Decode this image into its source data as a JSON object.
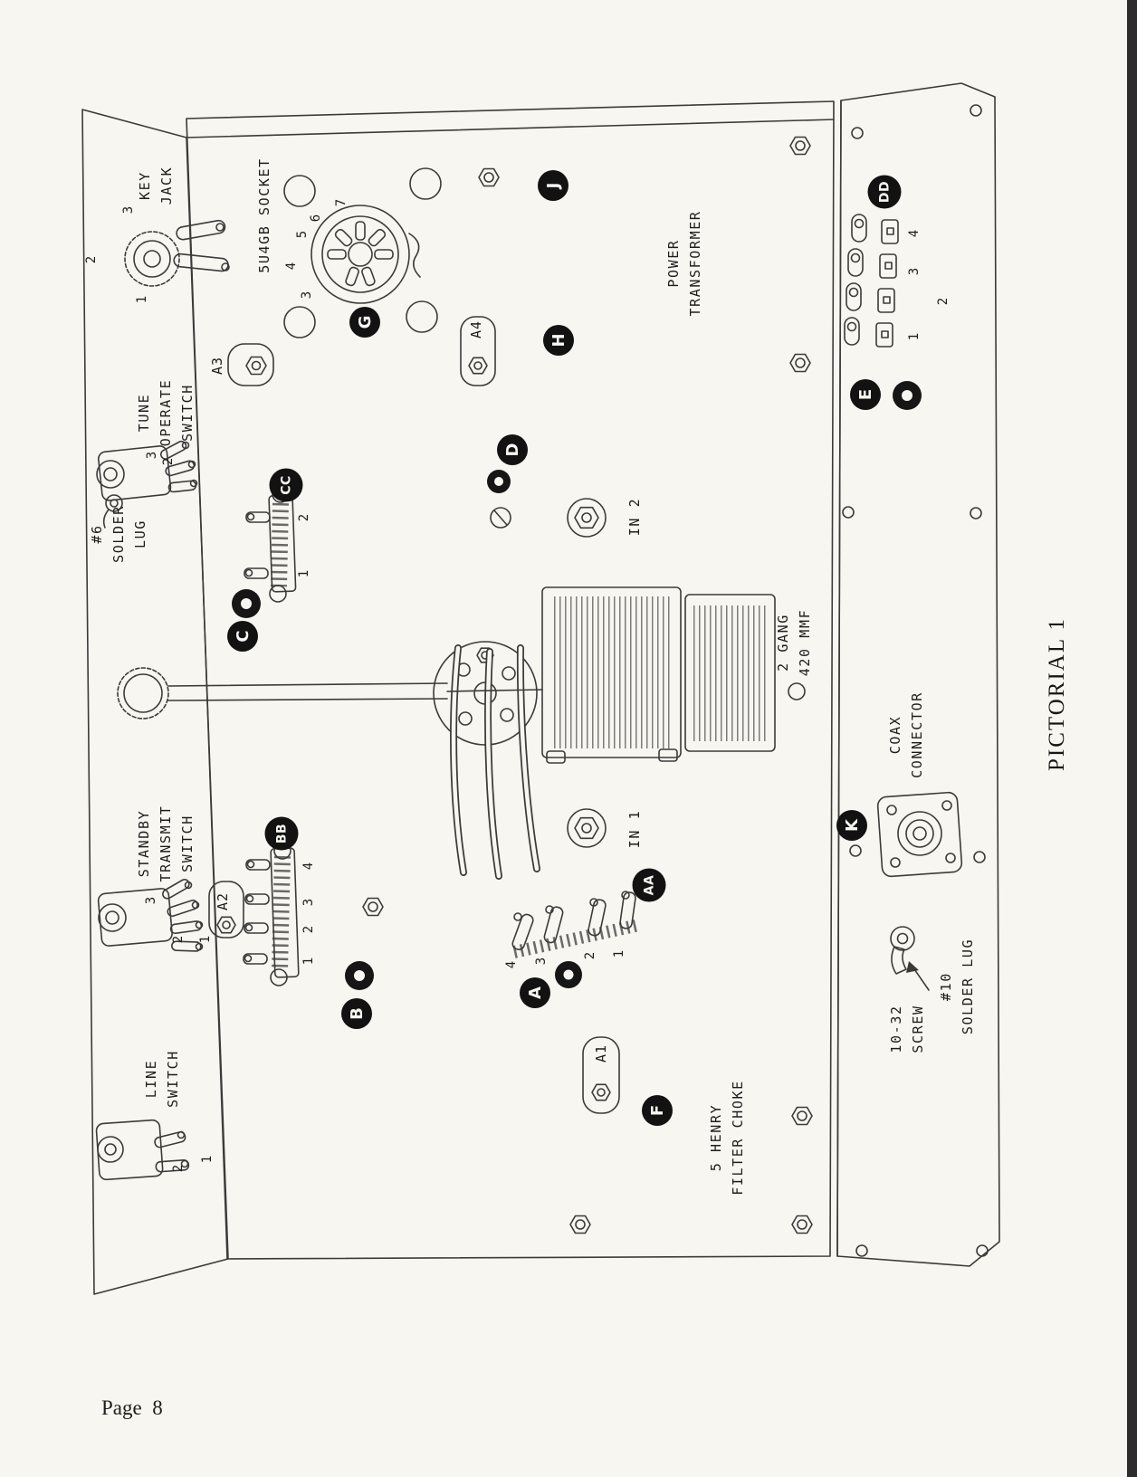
{
  "page": {
    "footer": "Page  8",
    "title": "PICTORIAL 1"
  },
  "labels": {
    "key_jack": "KEY\nJACK",
    "socket_5u4gb": "5U4GB SOCKET",
    "tune_operate_switch": "TUNE\nOPERATE\nSWITCH",
    "solder_lug_6": "#6\nSOLDER\nLUG",
    "power_transformer": "POWER\nTRANSFORMER",
    "gang_capacitor": "2 GANG\n420 MMF",
    "in_2": "IN 2",
    "in_1": "IN 1",
    "coax_connector": "COAX\nCONNECTOR",
    "standby_transmit_switch": "STANDBY\nTRANSMIT\nSWITCH",
    "screw_10_32": "10-32\nSCREW",
    "solder_lug_10": "#10\nSOLDER LUG",
    "line_switch": "LINE\nSWITCH",
    "filter_choke": "5 HENRY\nFILTER CHOKE"
  },
  "clamp_labels": {
    "a1": "A1",
    "a2": "A2",
    "a3": "A3",
    "a4": "A4"
  },
  "callouts": {
    "a": "A",
    "aa": "AA",
    "b": "B",
    "bb": "BB",
    "c": "C",
    "cc": "CC",
    "d": "D",
    "dd": "DD",
    "e": "E",
    "f": "F",
    "g": "G",
    "h": "H",
    "j": "J",
    "k": "K"
  },
  "numbers": {
    "key_jack": [
      "3",
      "2",
      "1"
    ],
    "socket_pins": [
      "7",
      "6",
      "5",
      "4",
      "3"
    ],
    "tune_operate": [
      "3",
      "2"
    ],
    "cc_strip": [
      "2",
      "1"
    ],
    "right_strip": [
      "4",
      "3",
      "2",
      "1"
    ],
    "standby": [
      "3",
      "2",
      "1"
    ],
    "bb_strip": [
      "4",
      "3",
      "2",
      "1"
    ],
    "aa_strip": [
      "4",
      "3",
      "2",
      "1"
    ],
    "line_switch": [
      "2",
      "1"
    ]
  }
}
